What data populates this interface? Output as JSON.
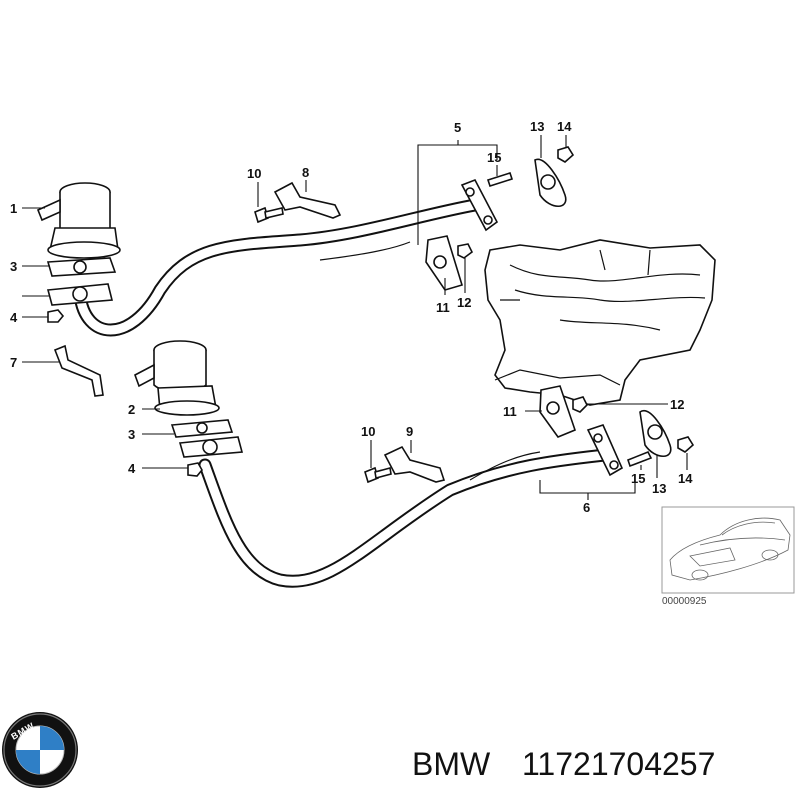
{
  "callouts": {
    "n1": "1",
    "n2": "2",
    "n3a": "3",
    "n3b": "3",
    "n4a": "4",
    "n4b": "4",
    "n5": "5",
    "n6": "6",
    "n7": "7",
    "n8": "8",
    "n9": "9",
    "n10a": "10",
    "n10b": "10",
    "n11a": "11",
    "n11b": "11",
    "n12a": "12",
    "n12b": "12",
    "n13a": "13",
    "n13b": "13",
    "n14a": "14",
    "n14b": "14",
    "n15a": "15",
    "n15b": "15"
  },
  "thumbnail": {
    "code": "00000925"
  },
  "footer": {
    "brand": "BMW",
    "part_number": "11721704257"
  },
  "logo": {
    "letters": "BMW",
    "colors": {
      "ring": "#111111",
      "blue": "#2f7fc6",
      "white": "#ffffff"
    }
  }
}
